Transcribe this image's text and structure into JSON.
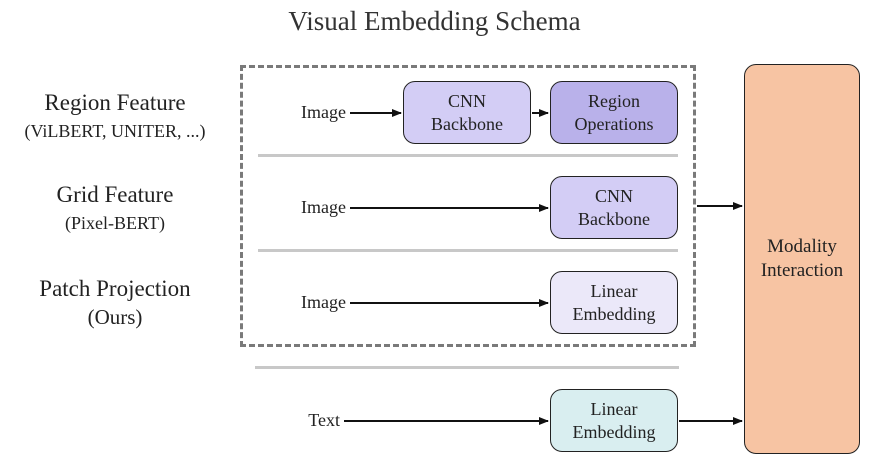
{
  "title": "Visual Embedding Schema",
  "rows": [
    {
      "main": "Region Feature",
      "sub": "(ViLBERT, UNITER, ...)"
    },
    {
      "main": "Grid Feature",
      "sub": "(Pixel-BERT)"
    },
    {
      "main": "Patch Projection",
      "sub": "(Ours)"
    }
  ],
  "inputs": {
    "image": "Image",
    "text": "Text"
  },
  "boxes": {
    "cnn_backbone_1": [
      "CNN",
      "Backbone"
    ],
    "region_ops": [
      "Region",
      "Operations"
    ],
    "cnn_backbone_2": [
      "CNN",
      "Backbone"
    ],
    "linear_embed_img": [
      "Linear",
      "Embedding"
    ],
    "linear_embed_text": [
      "Linear",
      "Embedding"
    ],
    "modality": [
      "Modality",
      "Interaction"
    ]
  },
  "colors": {
    "cnn": "#d3cdf5",
    "region": "#b9b1ea",
    "linear_img": "#ebe8f9",
    "linear_text": "#d9eef0",
    "modality": "#f7c4a3",
    "dashed": "#7a7a7a",
    "separator": "#c8c8c8"
  }
}
